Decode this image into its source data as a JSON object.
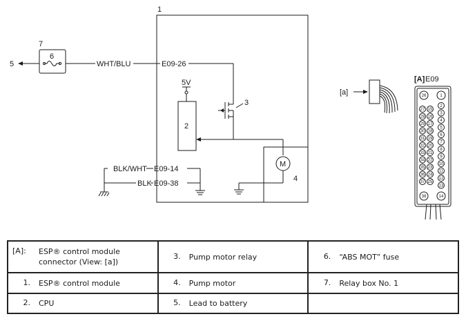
{
  "diagram": {
    "label_ecm": "1",
    "label_cpu": "2",
    "label_relay": "3",
    "label_motor": "4",
    "label_battery": "5",
    "label_fuse": "6",
    "label_relaybox": "7",
    "wire_fuse": "WHT/BLU",
    "pin_26": "E09-26",
    "voltage": "5V",
    "wire_gnd1": "BLK/WHT",
    "pin_14": "E09-14",
    "wire_gnd2": "BLK",
    "pin_38": "E09-38",
    "motor_symbol": "M",
    "view_label": "[a]",
    "connector_label_key": "[A]",
    "connector_label_id": "E09",
    "pins_left": [
      "26",
      "27",
      "28",
      "29",
      "30",
      "31",
      "32",
      "33",
      "34",
      "35",
      "36",
      "37",
      "38"
    ],
    "pins_mid": [
      "15",
      "16",
      "17",
      "18",
      "19",
      "20",
      "21",
      "22",
      "23",
      "24",
      "25"
    ],
    "pins_right": [
      "1",
      "2",
      "3",
      "4",
      "5",
      "6",
      "7",
      "8",
      "9",
      "10",
      "11",
      "12",
      "13",
      "14"
    ]
  },
  "legend": [
    [
      {
        "key": "[A]:",
        "text": "ESP® control module connector (View: [a])"
      },
      {
        "key": "3.",
        "text": "Pump motor relay"
      },
      {
        "key": "6.",
        "text": "“ABS MOT” fuse"
      }
    ],
    [
      {
        "key": "1.",
        "text": "ESP® control module"
      },
      {
        "key": "4.",
        "text": "Pump motor"
      },
      {
        "key": "7.",
        "text": "Relay box No. 1"
      }
    ],
    [
      {
        "key": "2.",
        "text": "CPU"
      },
      {
        "key": "5.",
        "text": "Lead to battery"
      },
      {
        "key": "",
        "text": ""
      }
    ]
  ]
}
